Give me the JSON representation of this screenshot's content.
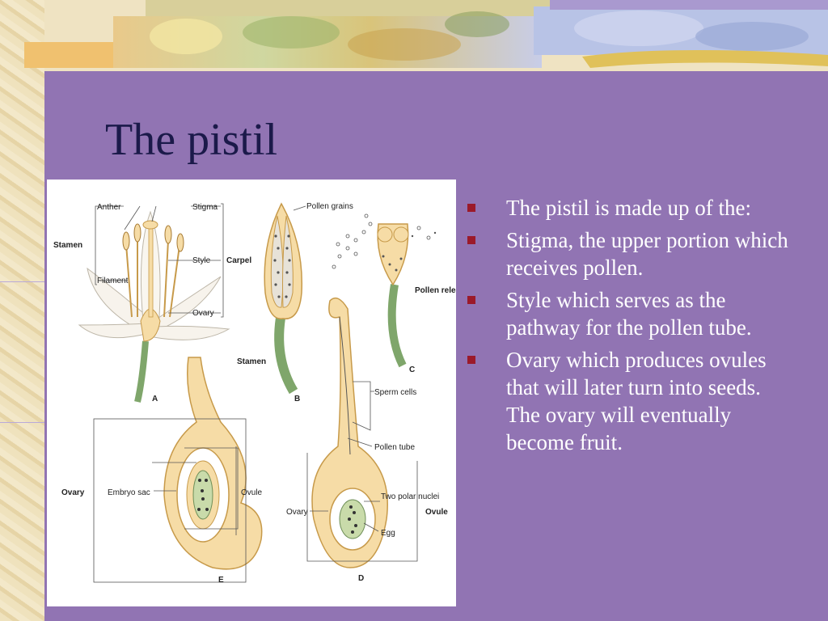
{
  "slide": {
    "title": "The pistil",
    "bullets": [
      "The pistil is made up of the:",
      "Stigma, the upper portion which receives pollen.",
      "Style which serves as the pathway for the pollen tube.",
      "Ovary which produces ovules that will later turn into seeds.  The ovary will eventually become fruit."
    ]
  },
  "figure": {
    "labels": {
      "anther": "Anther",
      "stigma": "Stigma",
      "stamen_a": "Stamen",
      "style": "Style",
      "carpel": "Carpel",
      "filament": "Filament",
      "ovary_a": "Ovary",
      "pollen_grains": "Pollen grains",
      "pollen_release": "Pollen release",
      "stamen_b": "Stamen",
      "sperm_cells": "Sperm cells",
      "pollen_tube": "Pollen tube",
      "ovary_e": "Ovary",
      "embryo_sac": "Embryo sac",
      "ovule_e": "Ovule",
      "two_polar_nuclei": "Two polar nuclei",
      "egg": "Egg",
      "ovary_d": "Ovary",
      "ovule_d": "Ovule",
      "panel_a": "A",
      "panel_b": "B",
      "panel_c": "C",
      "panel_d": "D",
      "panel_e": "E"
    }
  },
  "colors": {
    "panel": "#9174b3",
    "title": "#1b1a4a",
    "bullet_text": "#ffffff",
    "bullet_marker": "#9b1a2a",
    "tissue": "#f6dca6",
    "stem": "#8ab07a",
    "outline": "#c79a4a"
  }
}
